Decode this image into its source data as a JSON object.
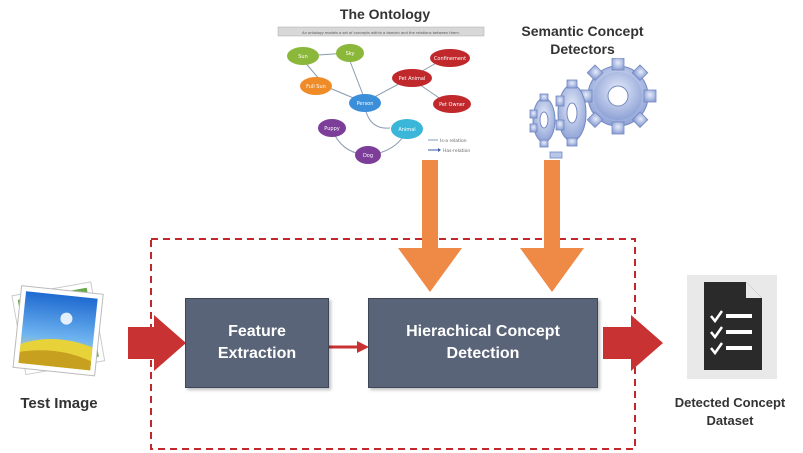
{
  "ontology": {
    "title": "The Ontology",
    "banner": "An ontology models a set of concepts within a domain and the relations between them.",
    "nodes": [
      {
        "label": "Sun",
        "color": "#8bb83a"
      },
      {
        "label": "Sky",
        "color": "#8bb83a"
      },
      {
        "label": "Full Sun",
        "color": "#f08c28"
      },
      {
        "label": "Person",
        "color": "#3a8fd8"
      },
      {
        "label": "Pet Animal",
        "color": "#c0282c"
      },
      {
        "label": "Confinement",
        "color": "#c0282c"
      },
      {
        "label": "Pet Owner",
        "color": "#c0282c"
      },
      {
        "label": "Puppy",
        "color": "#7d3e9a"
      },
      {
        "label": "Dog",
        "color": "#7d3e9a"
      },
      {
        "label": "Animal",
        "color": "#3ab6d8"
      }
    ],
    "legend": [
      "Is-a relation",
      "Has-relation"
    ]
  },
  "detectors": {
    "title_line1": "Semantic Concept",
    "title_line2": "Detectors"
  },
  "test_image": {
    "label": "Test Image"
  },
  "feature_box": {
    "line1": "Feature",
    "line2": "Extraction"
  },
  "hierarchy_box": {
    "line1": "Hierachical Concept",
    "line2": "Detection"
  },
  "output": {
    "line1": "Detected Concept",
    "line2": "Dataset"
  },
  "colors": {
    "box_fill": "#5a6478",
    "red_arrow": "#c83232",
    "orange_arrow": "#ee8a45",
    "dashed_border": "#c0282c",
    "gear": "#9aaee0"
  }
}
